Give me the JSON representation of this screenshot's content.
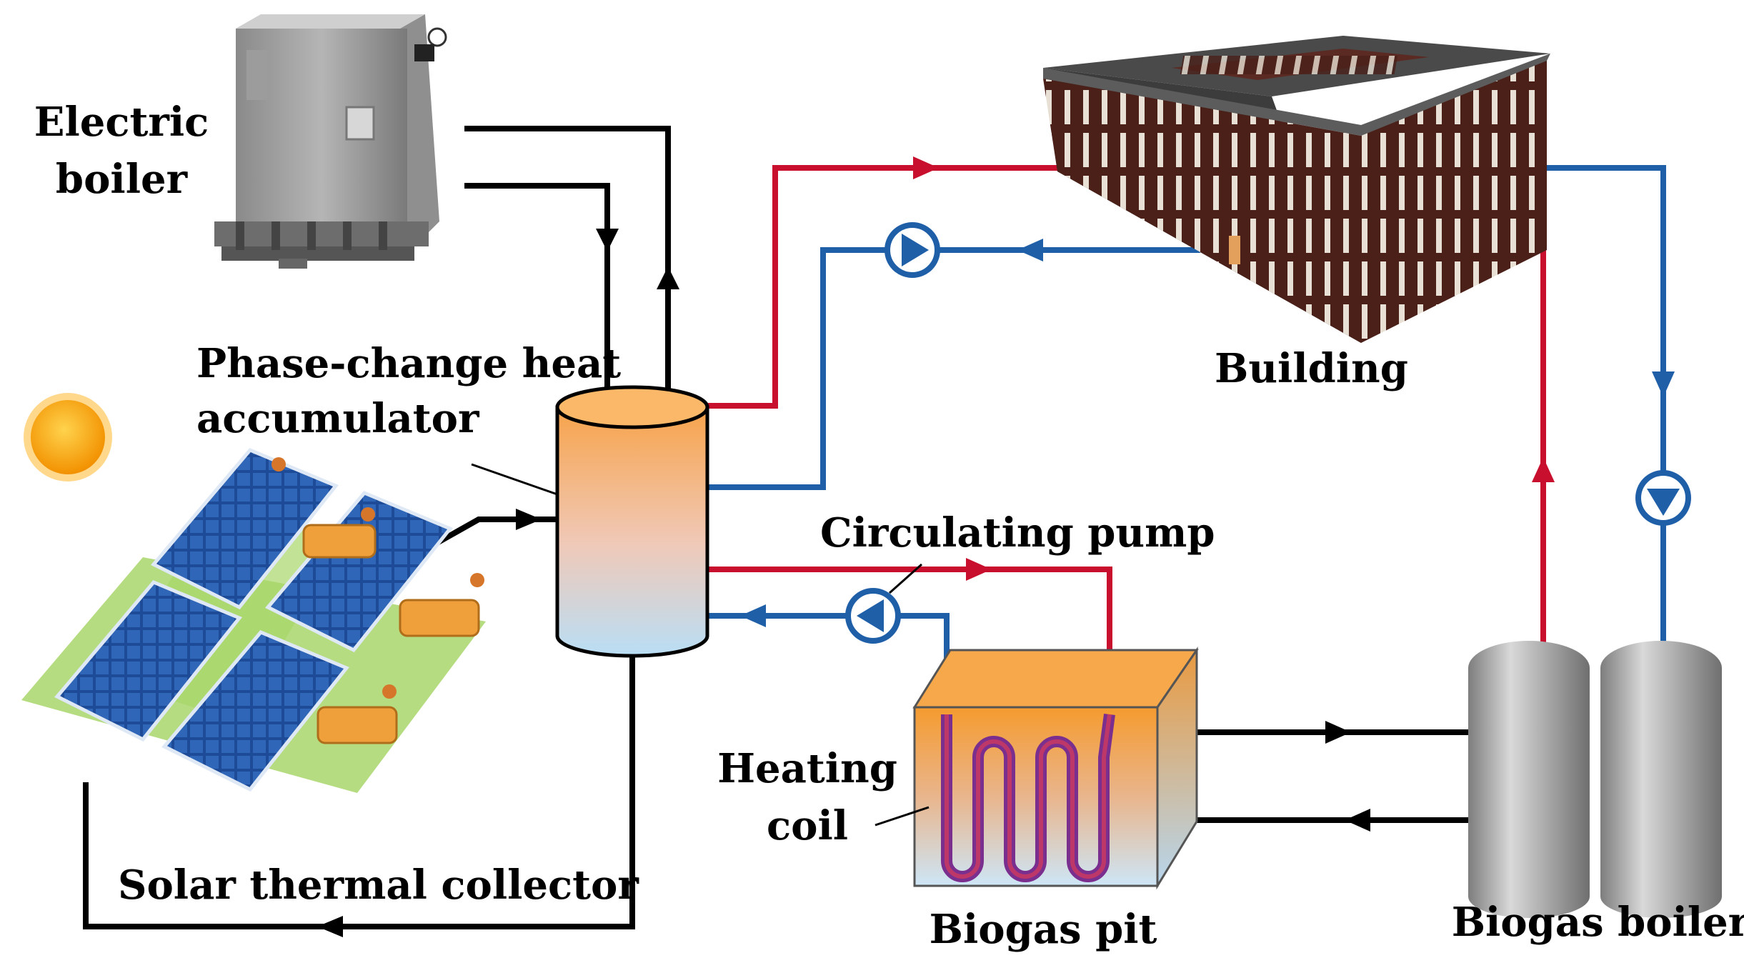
{
  "labels": {
    "electric_boiler_1": "Electric",
    "electric_boiler_2": "boiler",
    "accumulator_1": "Phase-change heat",
    "accumulator_2": "accumulator",
    "building": "Building",
    "circulating_pump": "Circulating pump",
    "heating_coil_1": "Heating",
    "heating_coil_2": "coil",
    "solar_collector": "Solar thermal collector",
    "biogas_pit": "Biogas pit",
    "biogas_boiler": "Biogas boiler"
  },
  "colors": {
    "hot_pipe": "#c8102e",
    "cold_pipe": "#1f5fa8",
    "neutral_pipe": "#000000",
    "tank_top": "#f7a34a",
    "tank_bottom": "#b9def5",
    "pit_top": "#f59b2f",
    "pit_bottom": "#cde6f7",
    "building_wall": "#5a2a22",
    "panel_blue": "#1e4f9c",
    "grass": "#a8d66a",
    "sun": "#f6a800",
    "boiler_gray": "#9a9a9a"
  }
}
